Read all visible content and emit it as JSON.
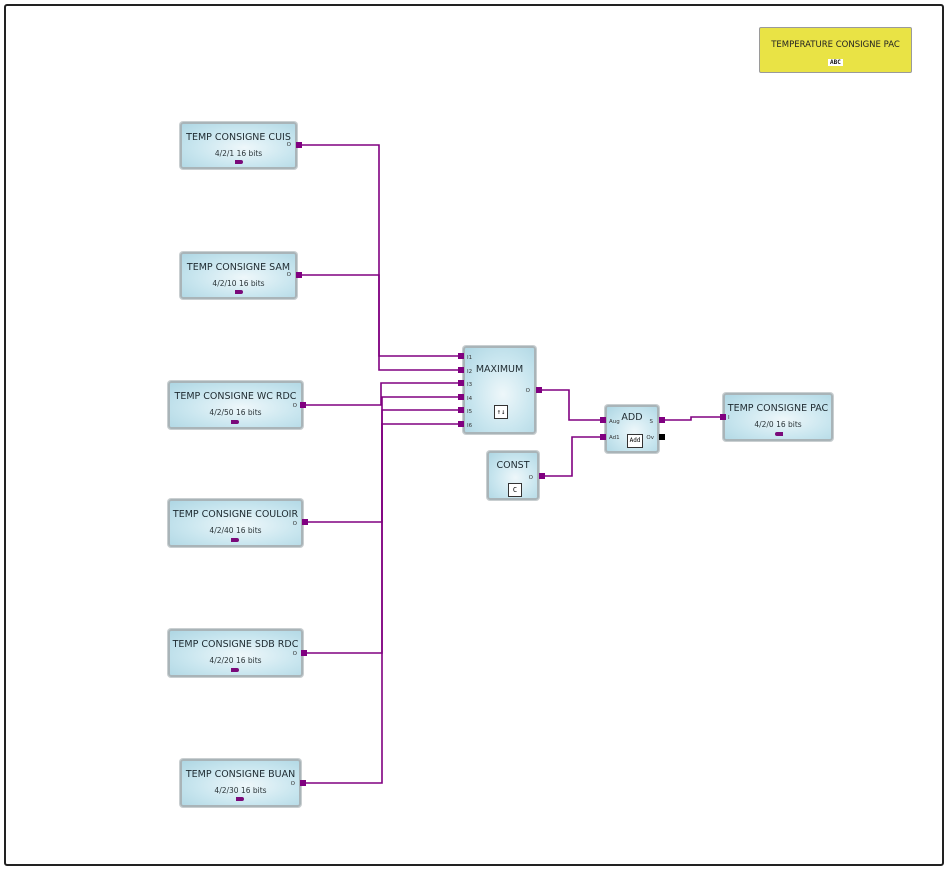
{
  "note": {
    "title": "TEMPERATURE CONSIGNE PAC",
    "icon": "ABC"
  },
  "inputs": [
    {
      "id": "cuis",
      "title": "TEMP CONSIGNE CUIS",
      "address": "4/2/1 16 bits",
      "port": "O"
    },
    {
      "id": "sam",
      "title": "TEMP CONSIGNE SAM",
      "address": "4/2/10 16 bits",
      "port": "O"
    },
    {
      "id": "wc",
      "title": "TEMP CONSIGNE WC RDC",
      "address": "4/2/50 16 bits",
      "port": "O"
    },
    {
      "id": "couloir",
      "title": "TEMP CONSIGNE COULOIR",
      "address": "4/2/40 16 bits",
      "port": "O"
    },
    {
      "id": "sdb",
      "title": "TEMP CONSIGNE SDB RDC",
      "address": "4/2/20 16 bits",
      "port": "O"
    },
    {
      "id": "buan",
      "title": "TEMP CONSIGNE BUAN",
      "address": "4/2/30 16 bits",
      "port": "O"
    }
  ],
  "maximum": {
    "title": "MAXIMUM",
    "inputs": [
      "I1",
      "I2",
      "I3",
      "I4",
      "I5",
      "I6"
    ],
    "output": "O",
    "icon": "↑↓"
  },
  "add": {
    "title": "ADD",
    "inputs": [
      "Aug",
      "Ad1"
    ],
    "outputs": [
      "S",
      "Ov"
    ],
    "icon": "Add"
  },
  "const": {
    "title": "CONST",
    "output": "O",
    "icon": "C"
  },
  "output": {
    "title": "TEMP CONSIGNE PAC",
    "address": "4/2/0 16 bits",
    "port": "I"
  },
  "colors": {
    "wire": "#800080",
    "block_border": "#a9b4b8",
    "note_bg": "#e9e345"
  }
}
